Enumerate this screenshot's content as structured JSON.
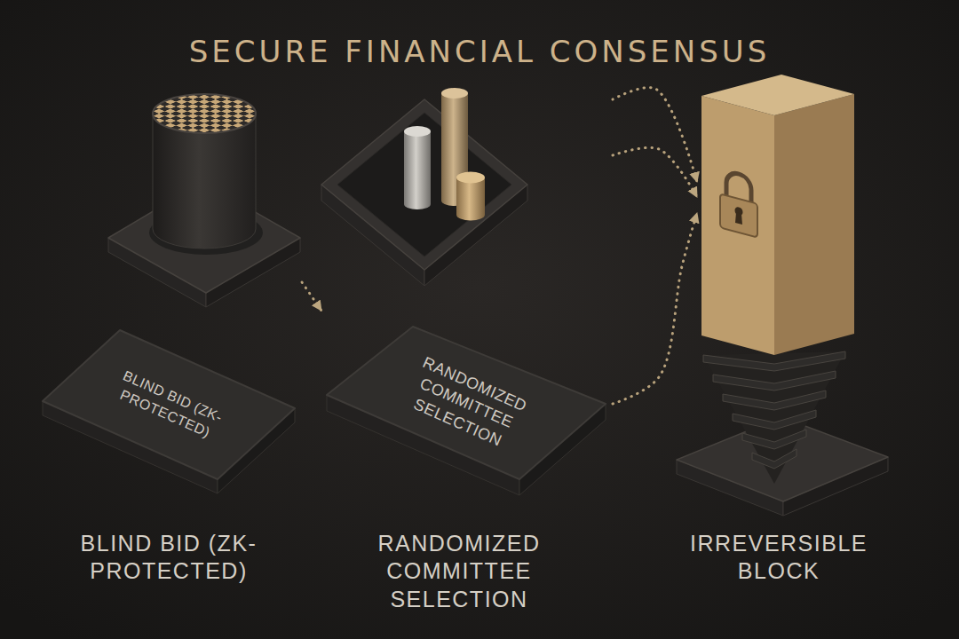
{
  "diagram": {
    "title": "SECURE FINANCIAL CONSENSUS",
    "nodes": [
      {
        "text": [
          "BLIND BID (ZK-PROTECTED)",
          "BLIND BID (ZK-PROTECTED)"
        ]
      },
      {
        "text": [
          "RANDOMIZED COMMITTEE SELECTION",
          "RANDOMIZED COMMITTEE SELECTION"
        ]
      },
      {
        "text": [
          "IRREVERSIBLE BLOCK"
        ]
      }
    ],
    "edges": [
      {
        "from": 0,
        "to": 1,
        "arrow": "to"
      },
      {
        "from": 1,
        "to": 2,
        "arrow": "to"
      },
      {
        "from": 1,
        "to": 2,
        "arrow": "to"
      },
      {
        "from": 1,
        "to": 2,
        "arrow": "to"
      }
    ]
  }
}
